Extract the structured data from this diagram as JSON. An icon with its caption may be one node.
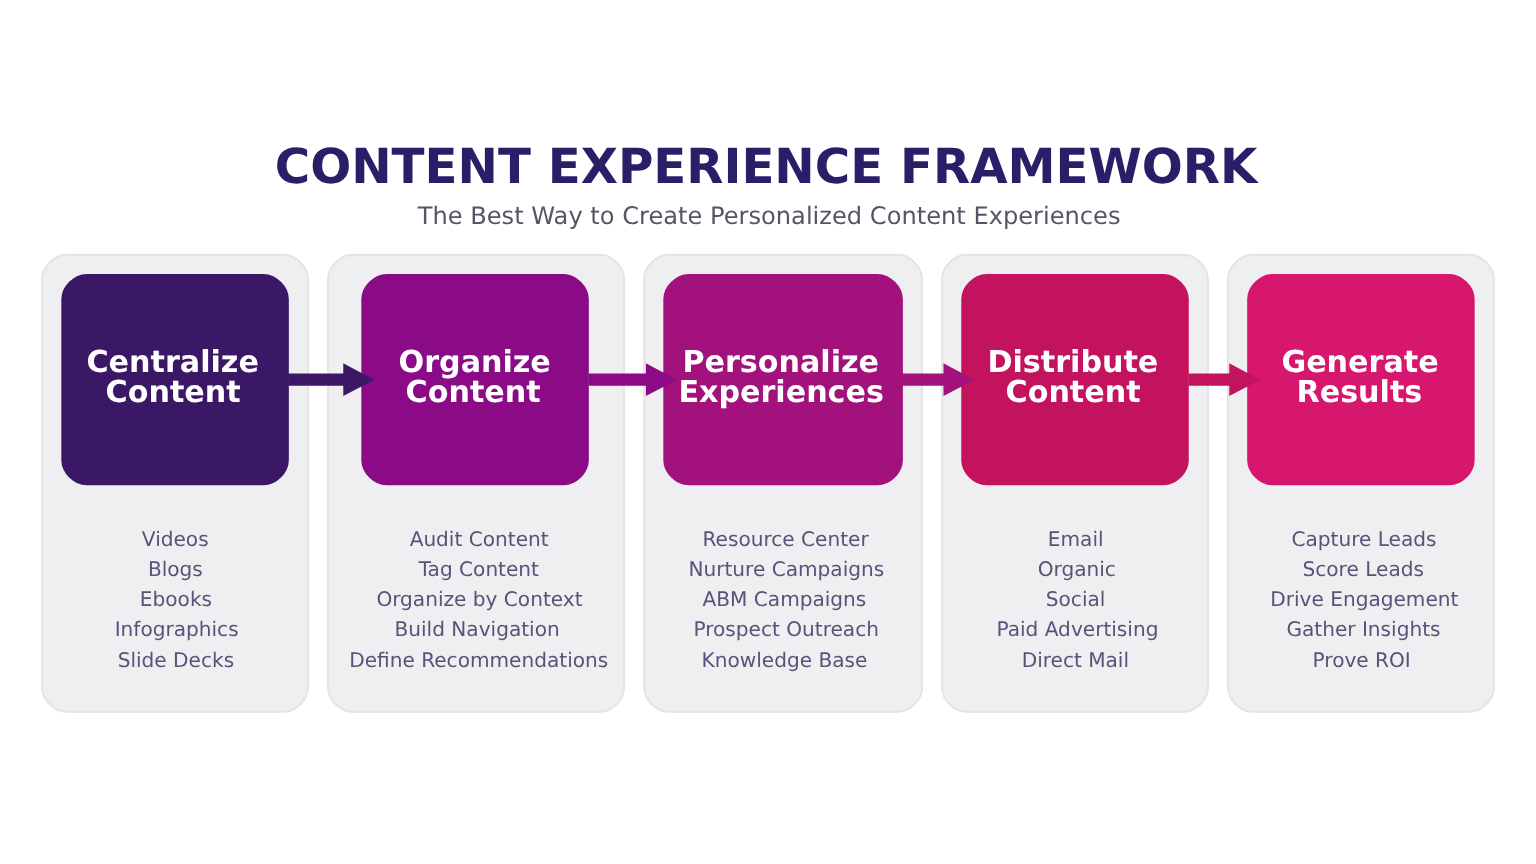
{
  "diagram": {
    "title": "CONTENT EXPERIENCE FRAMEWORK",
    "caption": "The Best Way to Create Personalized Content Experiences",
    "nodes": [
      {
        "text": [
          "Videos",
          "Blogs",
          "Ebooks",
          "Infographics",
          "Slide Decks"
        ]
      },
      {
        "text": [
          "Centralize Content"
        ],
        "in": 0
      },
      {
        "text": [
          "Audit Content",
          "Tag Content",
          "Organize by Context",
          "Build Navigation",
          "Define Recommendations"
        ]
      },
      {
        "text": [
          "Organize Content"
        ],
        "in": 2
      },
      {
        "text": [
          "Resource Center",
          "Nurture Campaigns",
          "ABM Campaigns",
          "Prospect Outreach",
          "Knowledge Base"
        ]
      },
      {
        "text": [
          "Personalize Experiences"
        ],
        "in": 4
      },
      {
        "text": [
          "Email",
          "Organic",
          "Social",
          "Paid Advertising",
          "Direct Mail"
        ]
      },
      {
        "text": [
          "Distribute Content"
        ],
        "in": 6
      },
      {
        "text": [
          "Capture Leads",
          "Score Leads",
          "Drive Engagement",
          "Gather Insights",
          "Prove ROI"
        ]
      },
      {
        "text": [
          "Generate Results"
        ],
        "in": 8
      }
    ],
    "edges": [
      {
        "from": 1,
        "to": 3,
        "arrow": "to",
        "color": "#3b1866"
      },
      {
        "from": 3,
        "to": 5,
        "arrow": "to",
        "color": "#8b0a86"
      },
      {
        "from": 5,
        "to": 7,
        "arrow": "to",
        "color": "#a3127c"
      },
      {
        "from": 7,
        "to": 9,
        "arrow": "to",
        "color": "#c4135e"
      }
    ]
  }
}
